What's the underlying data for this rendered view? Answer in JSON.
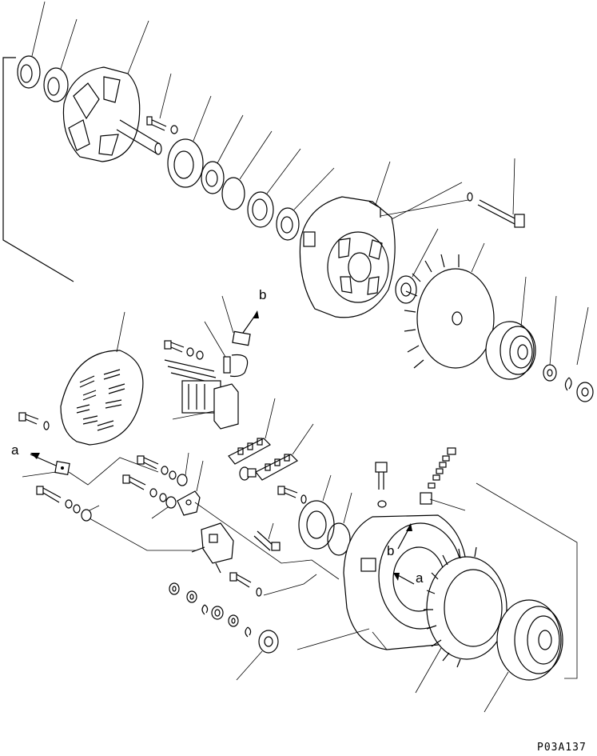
{
  "diagram": {
    "drawing_code": "P03A137",
    "callout_a": "a",
    "callout_b": "b"
  }
}
